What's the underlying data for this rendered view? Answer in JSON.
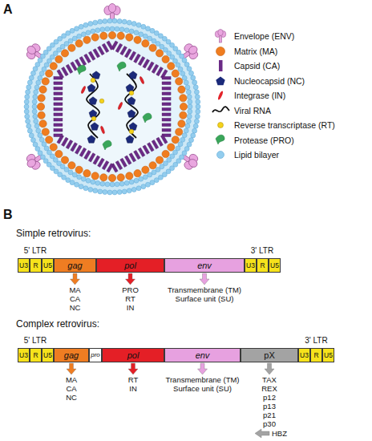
{
  "diagram": {
    "nodes": [
      {
        "text": [
          "U3"
        ]
      },
      {
        "text": [
          "R"
        ]
      },
      {
        "text": [
          "U5"
        ]
      },
      {
        "text": [
          "gag"
        ]
      },
      {
        "text": [
          "pol"
        ]
      },
      {
        "text": [
          "env"
        ]
      },
      {
        "text": [
          "U3"
        ]
      },
      {
        "text": [
          "R"
        ]
      },
      {
        "text": [
          "U5"
        ]
      },
      {
        "text": [
          "U3"
        ]
      },
      {
        "text": [
          "R"
        ]
      },
      {
        "text": [
          "U5"
        ]
      },
      {
        "text": [
          "gag"
        ]
      },
      {
        "text": [
          "pro"
        ]
      },
      {
        "text": [
          "pol"
        ]
      },
      {
        "text": [
          "env"
        ]
      },
      {
        "text": [
          "pX"
        ]
      },
      {
        "text": [
          "U3"
        ]
      },
      {
        "text": [
          "R"
        ]
      },
      {
        "text": [
          "U5"
        ]
      }
    ],
    "labels": [
      "A",
      "B",
      "Simple retrovirus:",
      "5' LTR",
      "3' LTR",
      "MA",
      "CA",
      "NC",
      "PRO",
      "RT",
      "IN",
      "Transmembrane (TM)",
      "Surface unit (SU)",
      "Complex retrovirus:",
      "5' LTR",
      "3' LTR",
      "MA",
      "CA",
      "NC",
      "RT",
      "IN",
      "Transmembrane (TM)",
      "Surface unit (SU)",
      "TAX",
      "REX",
      "p12",
      "p13",
      "p21",
      "p30",
      "HBZ"
    ],
    "legend": [
      {
        "text": "Envelope (ENV)"
      },
      {
        "text": "Matrix (MA)"
      },
      {
        "text": "Capsid (CA)"
      },
      {
        "text": "Nucleocapsid (NC)"
      },
      {
        "text": "Integrase (IN)"
      },
      {
        "text": "Viral RNA"
      },
      {
        "text": "Reverse transcriptase (RT)"
      },
      {
        "text": "Protease (PRO)"
      },
      {
        "text": "Lipid bilayer"
      }
    ]
  }
}
